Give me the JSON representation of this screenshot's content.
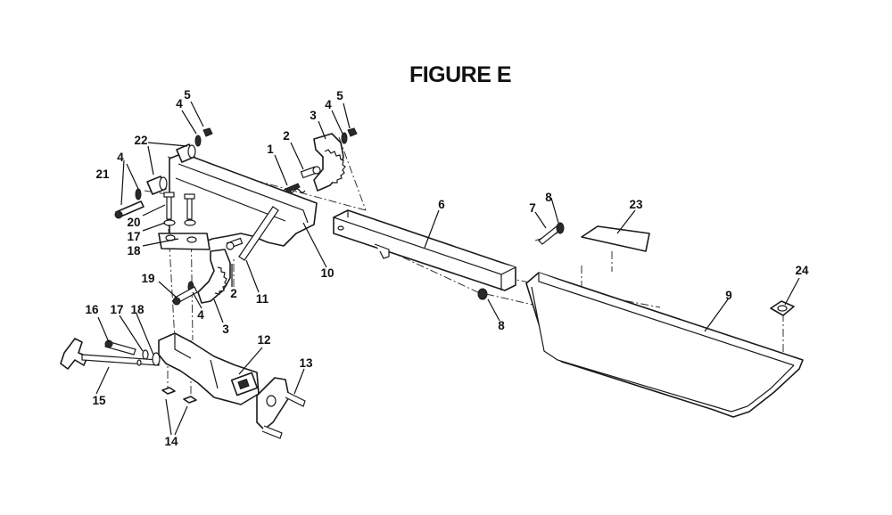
{
  "title": "FIGURE E",
  "callouts": [
    "1",
    "2",
    "3",
    "4",
    "5",
    "22",
    "4",
    "5",
    "3",
    "4",
    "21",
    "4",
    "20",
    "17",
    "18",
    "19",
    "2",
    "11",
    "4",
    "3",
    "10",
    "6",
    "7",
    "8",
    "8",
    "23",
    "24",
    "9",
    "16",
    "17",
    "18",
    "15",
    "14",
    "12",
    "13"
  ]
}
